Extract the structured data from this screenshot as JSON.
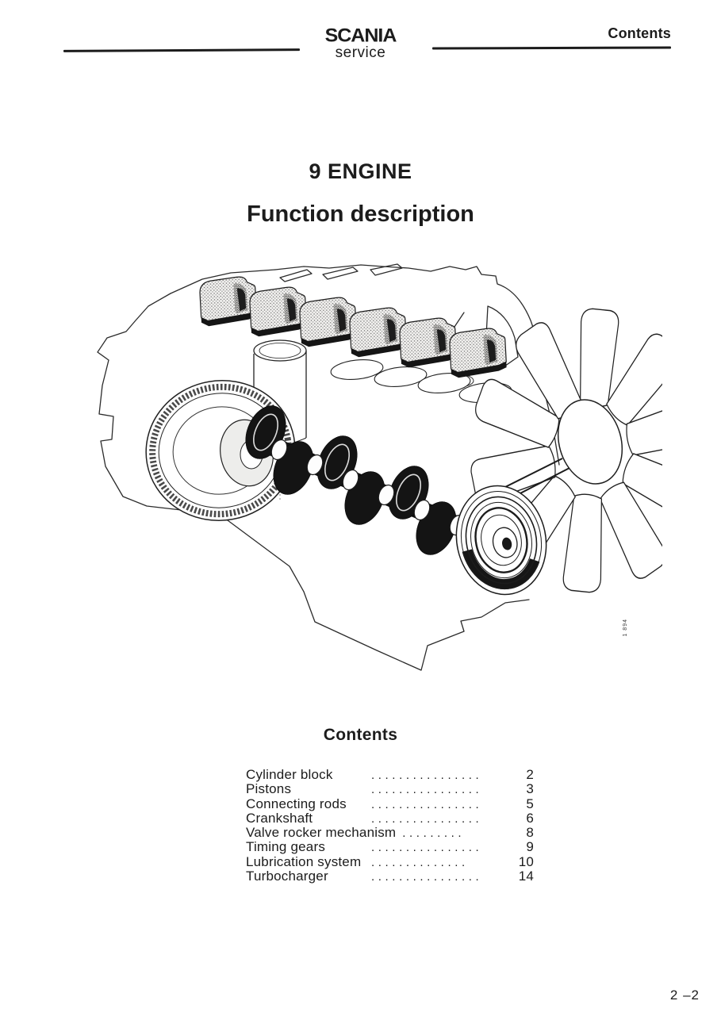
{
  "header": {
    "brand": "SCANIA",
    "brand_subtitle": "service",
    "right_label": "Contents"
  },
  "title": {
    "chapter": "9 ENGINE",
    "subtitle": "Function description"
  },
  "figure": {
    "ref_number": "1 894"
  },
  "toc": {
    "heading": "Contents",
    "items": [
      {
        "label": "Cylinder block",
        "dots": "................",
        "page": "2"
      },
      {
        "label": "Pistons",
        "dots": "................",
        "page": "3"
      },
      {
        "label": "Connecting rods",
        "dots": "................",
        "page": "5"
      },
      {
        "label": "Crankshaft",
        "dots": "................",
        "page": "6"
      },
      {
        "label": "Valve rocker mechanism",
        "dots": ".........",
        "page": "8"
      },
      {
        "label": "Timing gears",
        "dots": "................",
        "page": "9"
      },
      {
        "label": "Lubrication system",
        "dots": "..............",
        "page": "10"
      },
      {
        "label": "Turbocharger",
        "dots": "................",
        "page": "14"
      }
    ]
  },
  "footer": {
    "page_number": "2 –2"
  },
  "colors": {
    "ink": "#1c1c1c",
    "paper": "#ffffff",
    "stipple": "#6f6f6f"
  }
}
